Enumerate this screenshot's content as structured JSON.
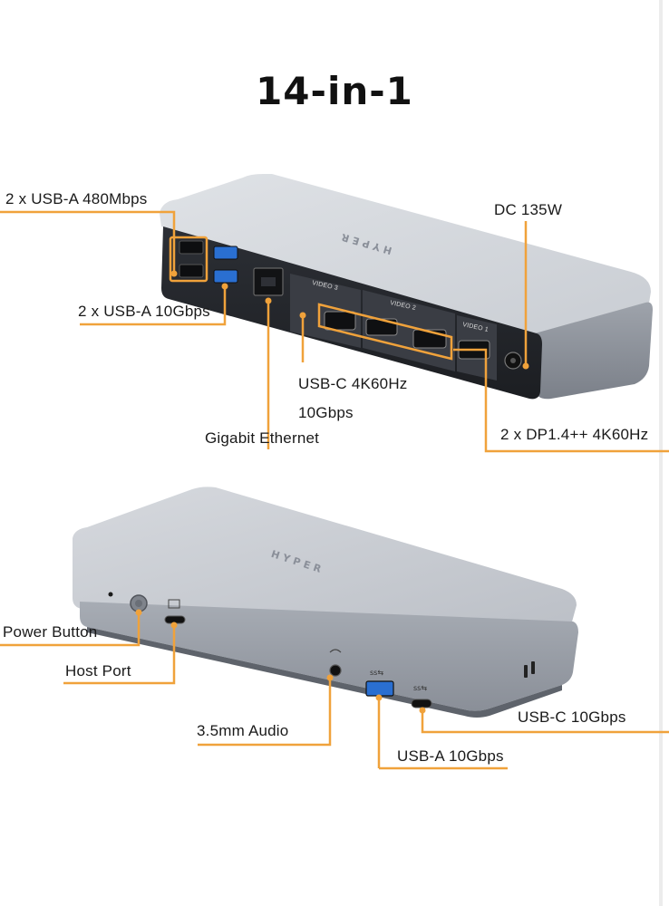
{
  "title": "14-in-1",
  "brand": "HYPER",
  "accent": "#f0a23b",
  "port_labels": {
    "usb_a_480": "2 x USB-A 480Mbps",
    "dc_power": "DC 135W",
    "usb_a_10g_rear": "2 x USB-A 10Gbps",
    "usb_c_video": "USB-C 4K60Hz",
    "usb_c_video_speed": "10Gbps",
    "gigabit_ethernet": "Gigabit Ethernet",
    "dp": "2 x DP1.4++  4K60Hz",
    "power_button": "Power Button",
    "host_port": "Host Port",
    "audio": "3.5mm Audio",
    "usb_c_front": "USB-C 10Gbps",
    "usb_a_front": "USB-A 10Gbps"
  },
  "port_tags": {
    "video1": "VIDEO 1",
    "video2": "VIDEO 2",
    "video3": "VIDEO 3"
  }
}
